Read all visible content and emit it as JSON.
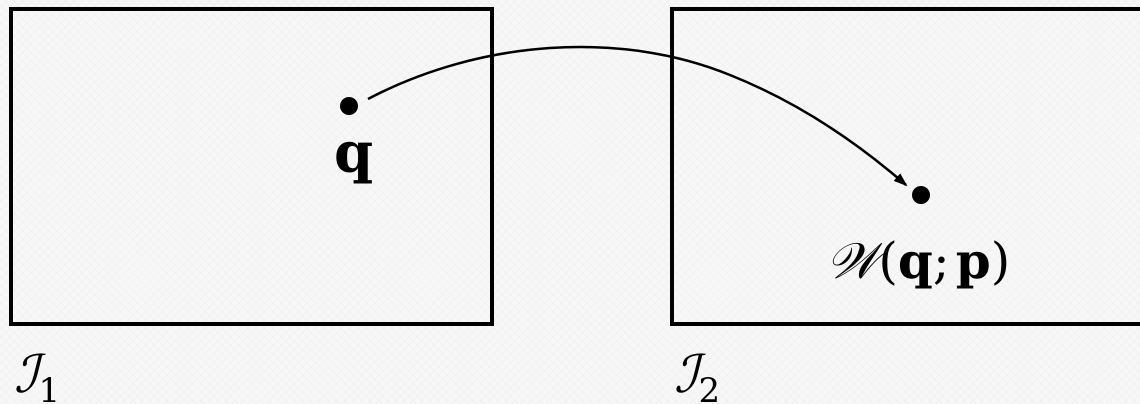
{
  "diagram": {
    "image1": {
      "symbol": "ℐ",
      "subscript": "1"
    },
    "image2": {
      "symbol": "ℐ",
      "subscript": "2"
    },
    "point": {
      "label": "q"
    },
    "warped_point": {
      "fn": "𝒲",
      "open": "(",
      "arg_q": "q",
      "sep": ";",
      "arg_p": "p",
      "close": ")"
    },
    "colors": {
      "stroke": "#000000",
      "background": "#f7f7f7"
    }
  }
}
